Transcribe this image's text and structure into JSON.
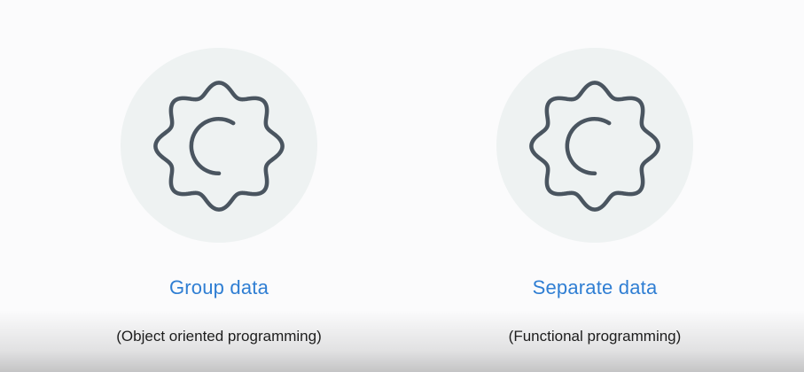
{
  "cards": [
    {
      "icon": "gear-icon",
      "title": "Group data",
      "subtitle": "(Object oriented programming)"
    },
    {
      "icon": "gear-icon",
      "title": "Separate data",
      "subtitle": "(Functional programming)"
    }
  ],
  "colors": {
    "background": "#fbfbfc",
    "circle": "#eef2f2",
    "title": "#2f7ed3",
    "subtitle": "#1f1f1f",
    "icon_stroke": "#4a5560"
  }
}
